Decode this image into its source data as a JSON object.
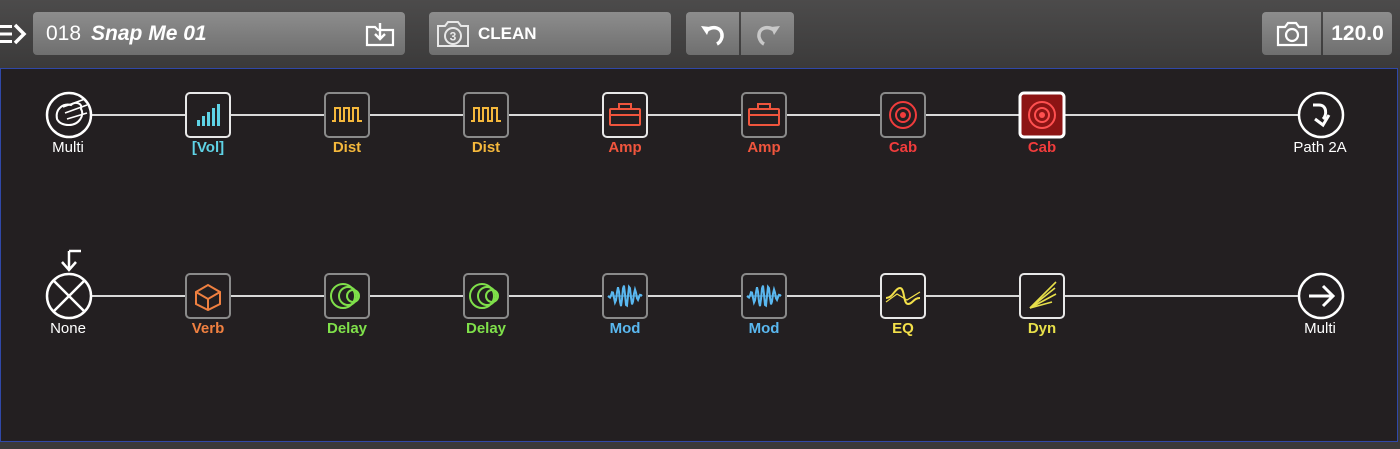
{
  "header": {
    "preset_number": "018",
    "preset_name": "Snap Me 01",
    "snapshot_number": "3",
    "snapshot_name": "CLEAN",
    "tempo": "120.0"
  },
  "paths": {
    "path_a": {
      "input_label": "Multi",
      "output_label": "Path 2A",
      "blocks": [
        {
          "label": "[Vol]",
          "icon": "volume-pedal-icon",
          "color": "#5fd3e6",
          "selected": false,
          "border": "#e8e8e8"
        },
        {
          "label": "Dist",
          "icon": "distortion-icon",
          "color": "#f5b83c",
          "selected": false,
          "border": "#8a8a8a"
        },
        {
          "label": "Dist",
          "icon": "distortion-icon",
          "color": "#f5b83c",
          "selected": false,
          "border": "#8a8a8a"
        },
        {
          "label": "Amp",
          "icon": "amp-icon",
          "color": "#f0553d",
          "selected": false,
          "border": "#e8e8e8"
        },
        {
          "label": "Amp",
          "icon": "amp-icon",
          "color": "#f0553d",
          "selected": false,
          "border": "#8a8a8a"
        },
        {
          "label": "Cab",
          "icon": "cab-speaker-icon",
          "color": "#f03c3c",
          "selected": false,
          "border": "#8a8a8a"
        },
        {
          "label": "Cab",
          "icon": "cab-speaker-icon",
          "color": "#f03c3c",
          "selected": true,
          "border": "#ffffff"
        }
      ]
    },
    "path_b": {
      "input_label": "None",
      "output_label": "Multi",
      "blocks": [
        {
          "label": "Verb",
          "icon": "reverb-icon",
          "color": "#f08040",
          "selected": false,
          "border": "#8a8a8a"
        },
        {
          "label": "Delay",
          "icon": "delay-icon",
          "color": "#7fe04a",
          "selected": false,
          "border": "#8a8a8a"
        },
        {
          "label": "Delay",
          "icon": "delay-icon",
          "color": "#7fe04a",
          "selected": false,
          "border": "#8a8a8a"
        },
        {
          "label": "Mod",
          "icon": "modulation-icon",
          "color": "#5ab8f0",
          "selected": false,
          "border": "#8a8a8a"
        },
        {
          "label": "Mod",
          "icon": "modulation-icon",
          "color": "#5ab8f0",
          "selected": false,
          "border": "#8a8a8a"
        },
        {
          "label": "EQ",
          "icon": "eq-icon",
          "color": "#f3e04a",
          "selected": false,
          "border": "#e8e8e8"
        },
        {
          "label": "Dyn",
          "icon": "dynamics-icon",
          "color": "#e8e04a",
          "selected": false,
          "border": "#e8e8e8"
        }
      ]
    }
  }
}
